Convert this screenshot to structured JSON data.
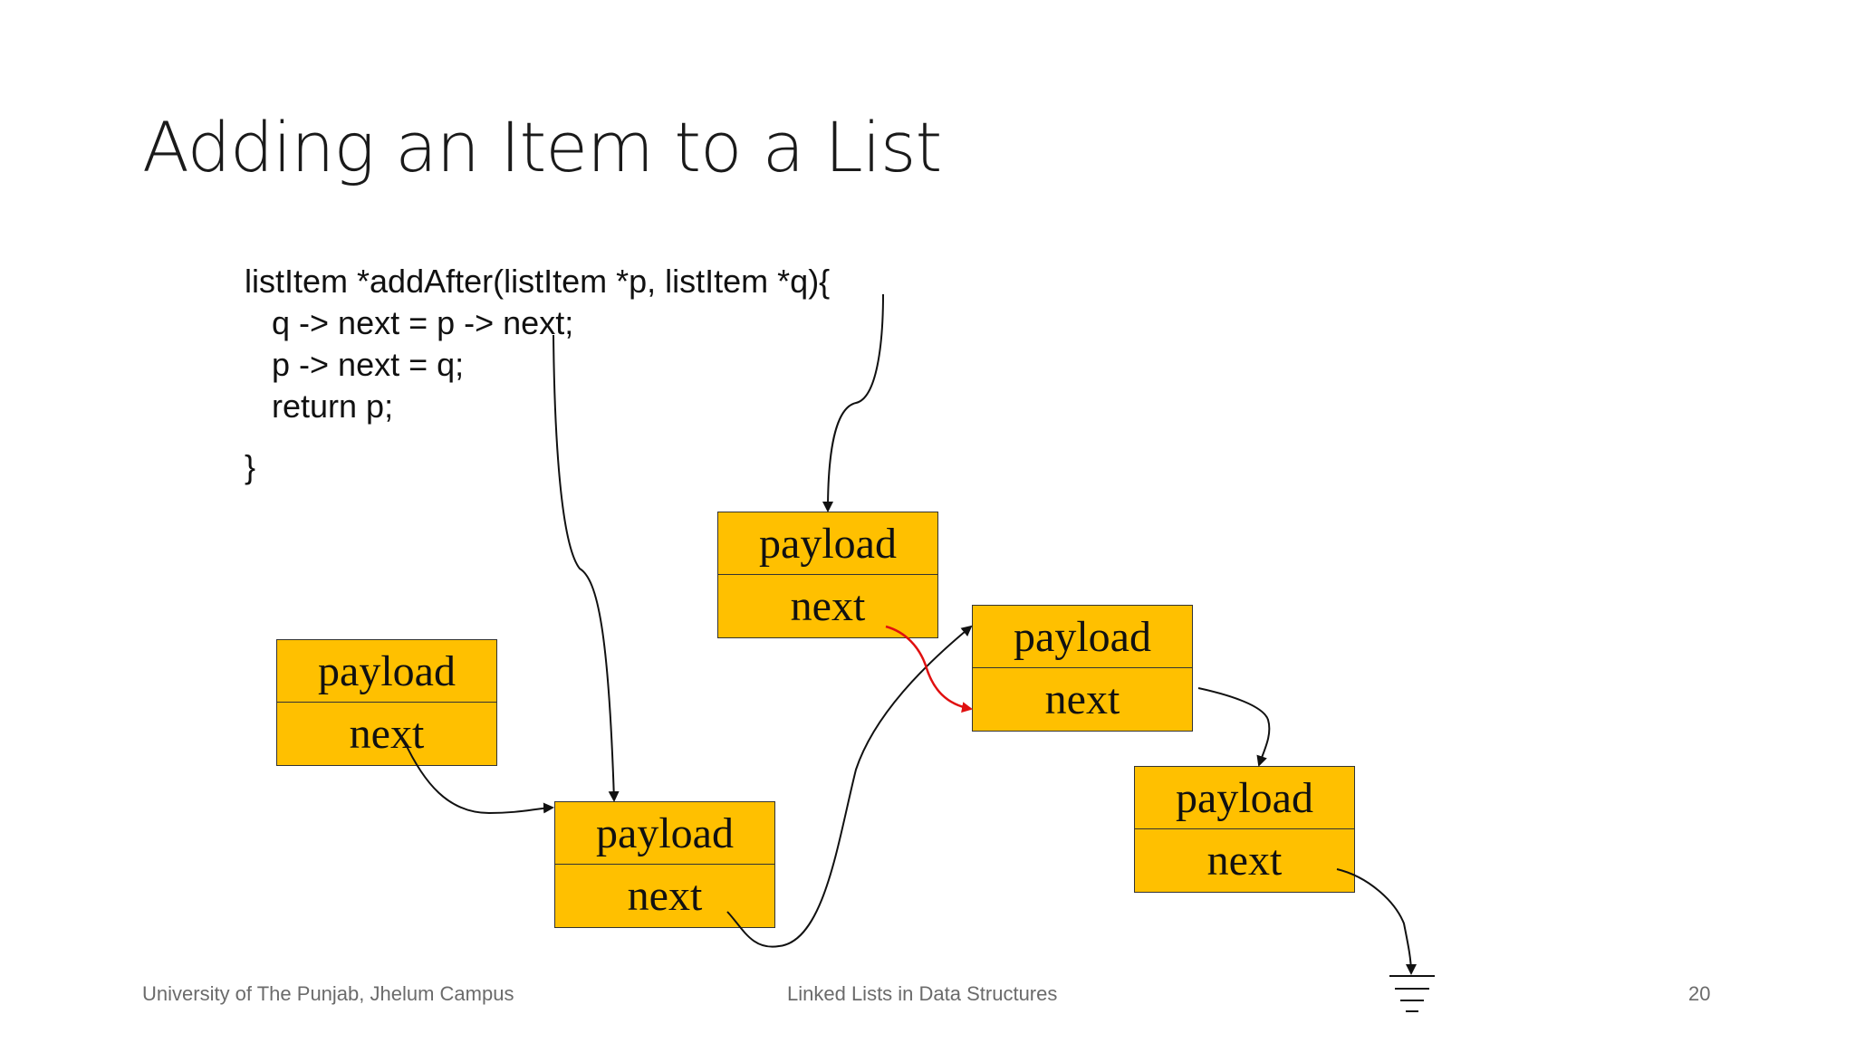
{
  "slide": {
    "title": "Adding an Item to a List",
    "code": [
      "listItem *addAfter(listItem *p, listItem *q){",
      "   q -> next = p -> next;",
      "   p -> next = q;",
      "   return p;",
      "}"
    ],
    "nodes": [
      {
        "payload": "payload",
        "next": "next"
      },
      {
        "payload": "payload",
        "next": "next"
      },
      {
        "payload": "payload",
        "next": "next"
      },
      {
        "payload": "payload",
        "next": "next"
      },
      {
        "payload": "payload",
        "next": "next"
      }
    ],
    "footer": {
      "left": "University of The Punjab, Jhelum Campus",
      "center": "Linked Lists in Data Structures",
      "page_number": "20"
    }
  },
  "colors": {
    "node_fill": "#FFC000",
    "arrow": "#111111",
    "new_link_arrow": "#E01010"
  }
}
